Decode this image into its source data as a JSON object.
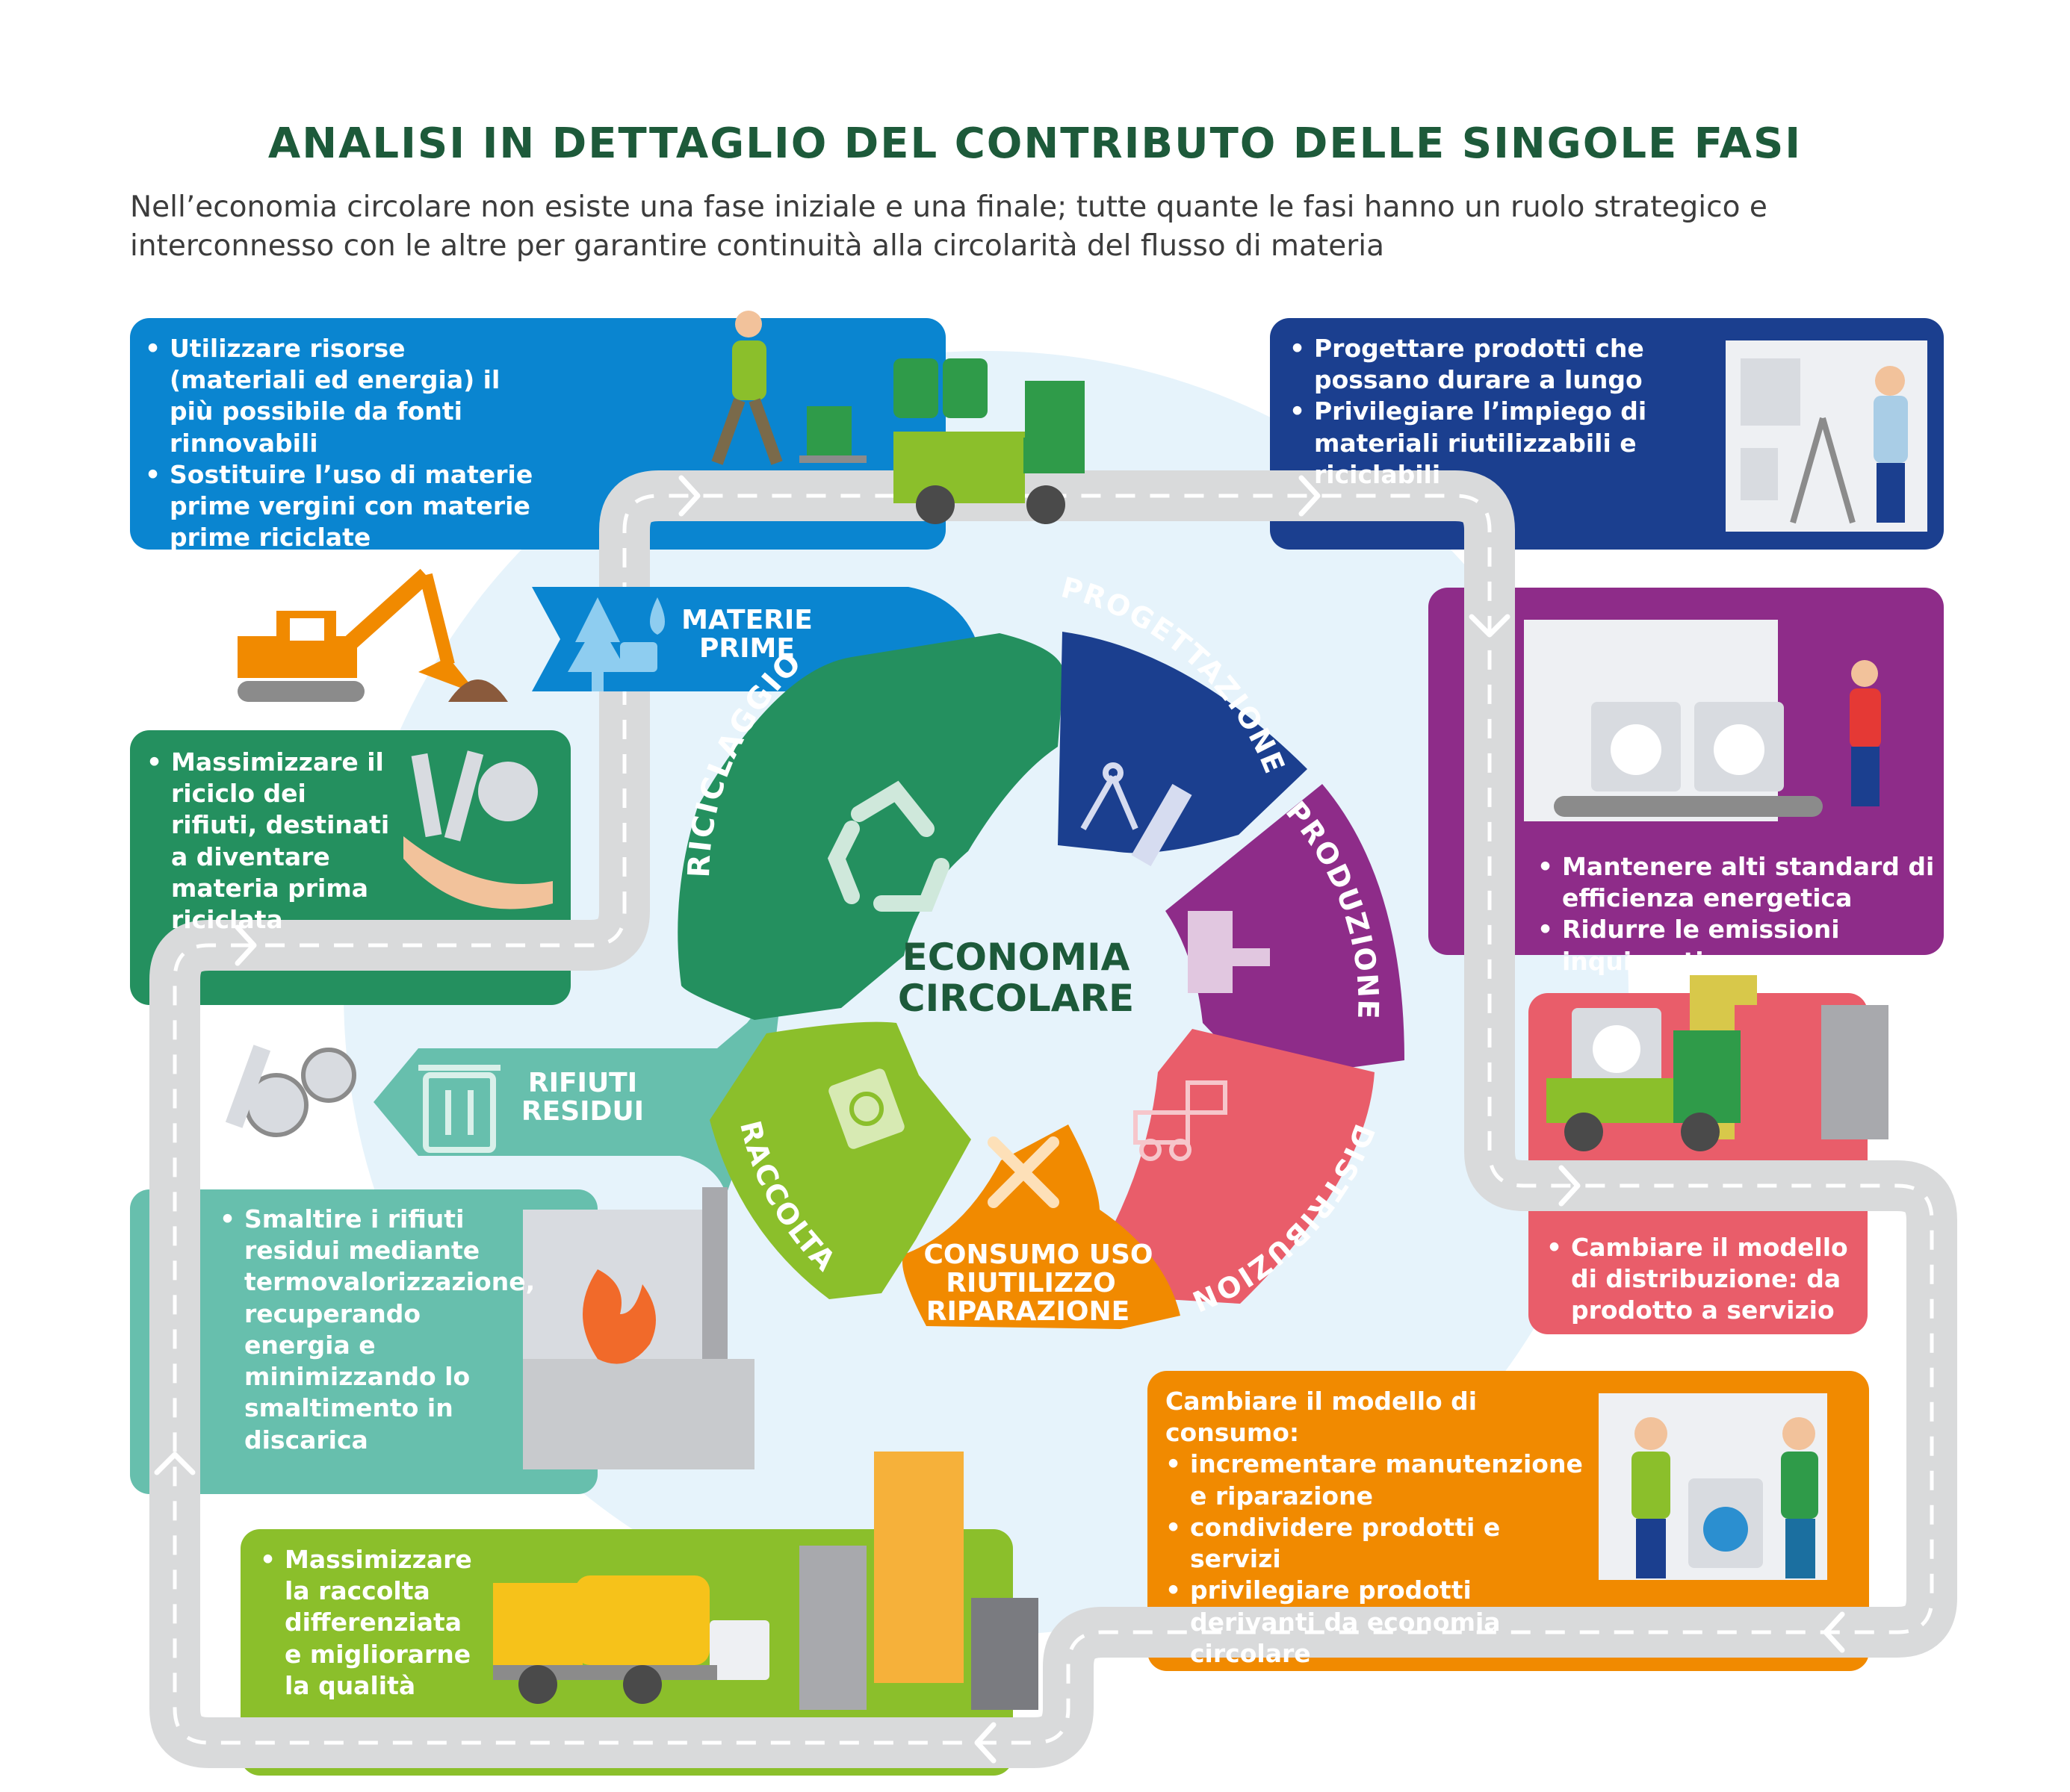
{
  "header": {
    "title": "ANALISI IN DETTAGLIO DEL CONTRIBUTO DELLE SINGOLE FASI",
    "subtitle": "Nell’economia circolare non esiste una fase iniziale e una finale; tutte quante le fasi hanno un ruolo strategico e interconnesso con le altre per garantire continuità alla circolarità del flusso di materia"
  },
  "center": {
    "line1": "ECONOMIA",
    "line2": "CIRCOLARE"
  },
  "arrows": {
    "materie_prime": [
      "MATERIE",
      "PRIME"
    ],
    "rifiuti_residui": [
      "RIFIUTI",
      "RESIDUI"
    ]
  },
  "segments": {
    "riciclaggio": "RICICLAGGIO",
    "progettazione": "PROGETTAZIONE",
    "produzione": "PRODUZIONE",
    "distribuzione": "DISTRIBUZIONE",
    "consumo": [
      "CONSUMO USO",
      "RIUTILIZZO",
      "RIPARAZIONE"
    ],
    "raccolta": "RACCOLTA"
  },
  "panels": {
    "materie_prime": {
      "items": [
        "Utilizzare risorse (materiali ed energia) il più possibile da fonti rinnovabili",
        "Sostituire l’uso di materie prime vergini con materie prime riciclate"
      ]
    },
    "progettazione": {
      "items": [
        "Progettare prodotti che possano durare a lungo",
        "Privilegiare l’impiego di materiali riutilizzabili e riciclabili"
      ]
    },
    "riciclaggio": {
      "items": [
        "Massimizzare il riciclo dei rifiuti, destinati a diventare materia prima riciclata"
      ]
    },
    "produzione": {
      "items": [
        "Mantenere alti standard di efficienza energetica",
        "Ridurre le emissioni inquinanti"
      ]
    },
    "rifiuti_residui": {
      "items": [
        "Smaltire i rifiuti residui mediante termovalorizzazione, recuperando energia e minimizzando lo smaltimento in discarica"
      ]
    },
    "distribuzione": {
      "items": [
        "Cambiare il modello di distribuzione: da prodotto a servizio"
      ]
    },
    "consumo": {
      "lead": "Cambiare il modello di consumo:",
      "items": [
        "incrementare manutenzione e riparazione",
        "condividere prodotti e servizi",
        "privilegiare prodotti derivanti da economia circolare"
      ]
    },
    "raccolta": {
      "items": [
        "Massimizzare la raccolta differenziata e migliorarne la qualità"
      ]
    }
  },
  "colors": {
    "title_green": "#1d5a3a",
    "blue": "#0a85d0",
    "navy": "#1b3f8f",
    "dark_green": "#24905f",
    "purple": "#8e2c89",
    "teal": "#67bfad",
    "coral": "#e95d6a",
    "orange": "#f18a00",
    "lime": "#8bbf2b",
    "road": "#d9dadb",
    "light_blue_bg": "#e6f3fb"
  }
}
